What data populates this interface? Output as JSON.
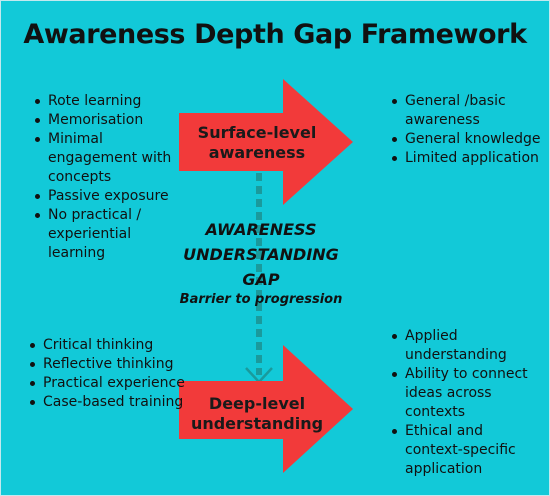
{
  "title": "Awareness Depth Gap Framework",
  "colors": {
    "background": "#12c9d8",
    "arrow": "#f23a3a",
    "gap_line": "#1a9a9c",
    "text": "#111111"
  },
  "surface": {
    "label": "Surface-level awareness",
    "causes": [
      "Rote learning",
      "Memorisation",
      "Minimal engagement with concepts",
      "Passive exposure",
      "No practical / experiential learning"
    ],
    "outcomes": [
      "General /basic awareness",
      "General knowledge",
      "Limited application"
    ]
  },
  "gap": {
    "lines": [
      "AWARENESS",
      "UNDERSTANDING",
      "GAP"
    ],
    "subtitle": "Barrier to progression"
  },
  "deep": {
    "label": "Deep-level understanding",
    "causes": [
      "Critical thinking",
      "Reflective thinking",
      "Practical experience",
      "Case-based training"
    ],
    "outcomes": [
      "Applied understanding",
      "Ability to connect ideas across contexts",
      "Ethical and context-specific application"
    ]
  }
}
